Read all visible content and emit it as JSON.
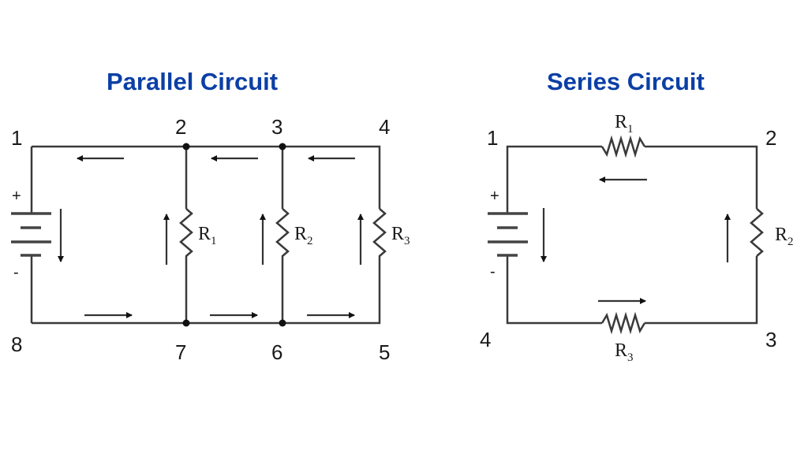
{
  "parallel": {
    "title": "Parallel Circuit",
    "nodes": [
      "1",
      "2",
      "3",
      "4",
      "5",
      "6",
      "7",
      "8"
    ],
    "resistors": [
      {
        "label": "R",
        "sub": "1"
      },
      {
        "label": "R",
        "sub": "2"
      },
      {
        "label": "R",
        "sub": "3"
      }
    ],
    "battery": {
      "plus": "+",
      "minus": "-"
    }
  },
  "series": {
    "title": "Series Circuit",
    "nodes": [
      "1",
      "2",
      "3",
      "4"
    ],
    "resistors": [
      {
        "label": "R",
        "sub": "1"
      },
      {
        "label": "R",
        "sub": "2"
      },
      {
        "label": "R",
        "sub": "3"
      }
    ],
    "battery": {
      "plus": "+",
      "minus": "-"
    }
  },
  "colors": {
    "title": "#0b3fa6",
    "wire": "#3a3a3a"
  }
}
